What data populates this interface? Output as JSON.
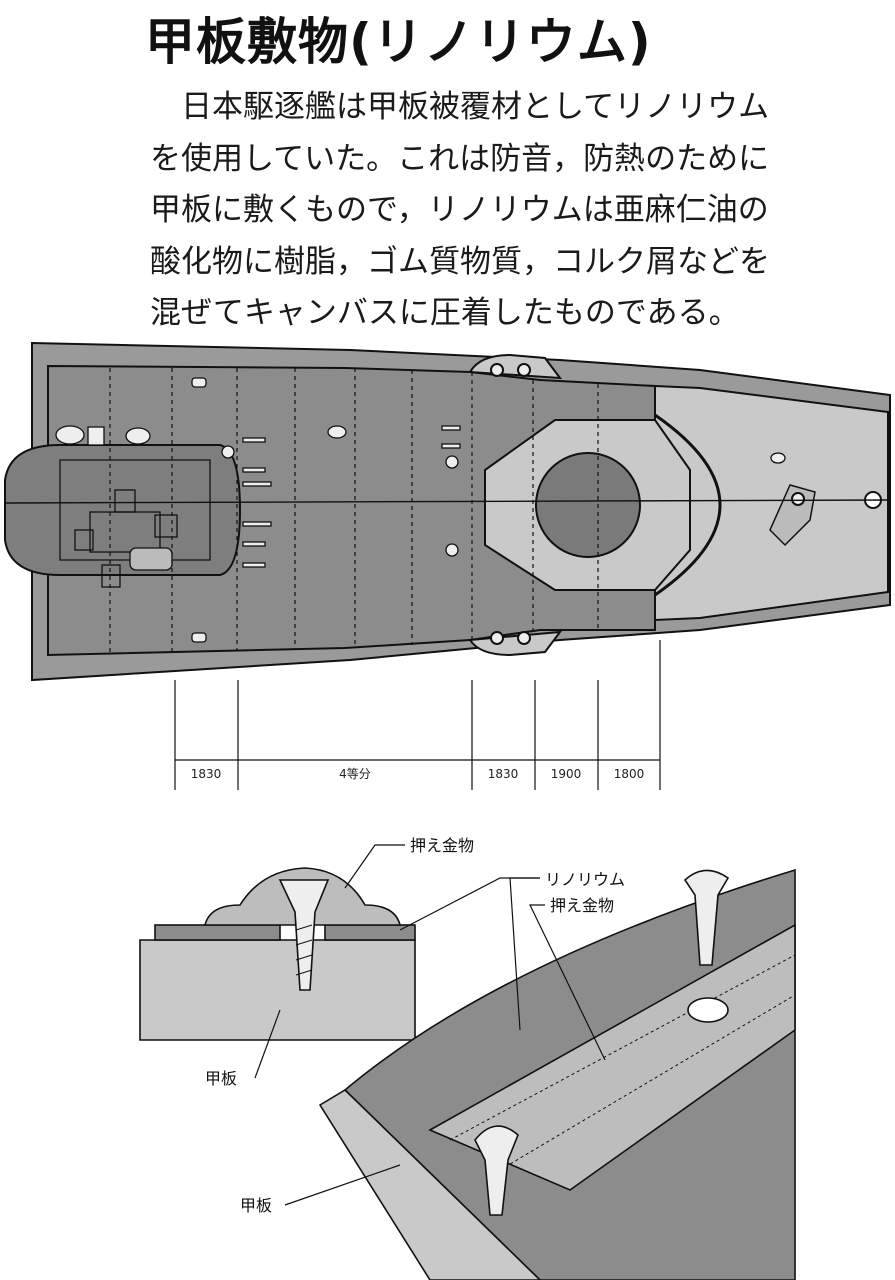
{
  "title": "甲板敷物(リノリウム)",
  "paragraph_lines": [
    "日本駆逐艦は甲板被覆材としてリノリウム",
    "を使用していた。これは防音，防熱のために",
    "甲板に敷くもので，リノリウムは亜麻仁油の",
    "酸化物に樹脂，ゴム質物質，コルク屑などを",
    "混ぜてキャンバスに圧着したものである。"
  ],
  "plan_dimensions": [
    "1830",
    "4等分",
    "1830",
    "1900",
    "1800"
  ],
  "detail_labels": {
    "fitting_top": "押え金物",
    "linoleum": "リノリウム",
    "fitting_right": "押え金物",
    "deck_upper": "甲板",
    "deck_lower": "甲板"
  },
  "colors": {
    "deck_gray": "#8c8c8c",
    "light_gray": "#c9c9c9",
    "dark_gray": "#6e6e6e",
    "outline": "#111111"
  }
}
